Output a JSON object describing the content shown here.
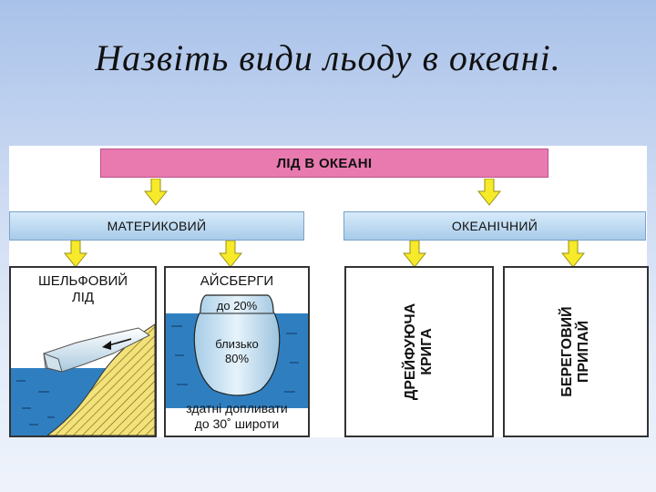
{
  "slide": {
    "title": "Назвіть види льоду в океані."
  },
  "diagram": {
    "root": "ЛІД В ОКЕАНІ",
    "categories": {
      "continental": "МАТЕРИКОВИЙ",
      "oceanic": "ОКЕАНІЧНИЙ"
    },
    "panels": {
      "shelf_ice": {
        "line1": "ШЕЛЬФОВИЙ",
        "line2": "ЛІД"
      },
      "icebergs": {
        "title": "АЙСБЕРГИ",
        "above_water": "до 20%",
        "below_water_line1": "близько",
        "below_water_line2": "80%",
        "caption_line1": "здатні допливати",
        "caption_line2": "до 30˚ широти"
      },
      "drifting_ice": {
        "line1": "ДРЕЙФУЮЧА",
        "line2": "КРИГА"
      },
      "fast_ice": {
        "line1": "БЕРЕГОВИЙ",
        "line2": "ПРИПАЙ"
      }
    }
  },
  "colors": {
    "pink_bar": "#e97ab0",
    "blue_bar": "#a8cbe9",
    "arrow_yellow": "#f6ea2a",
    "water": "#2f7fc0",
    "sand": "#f3e27a"
  }
}
